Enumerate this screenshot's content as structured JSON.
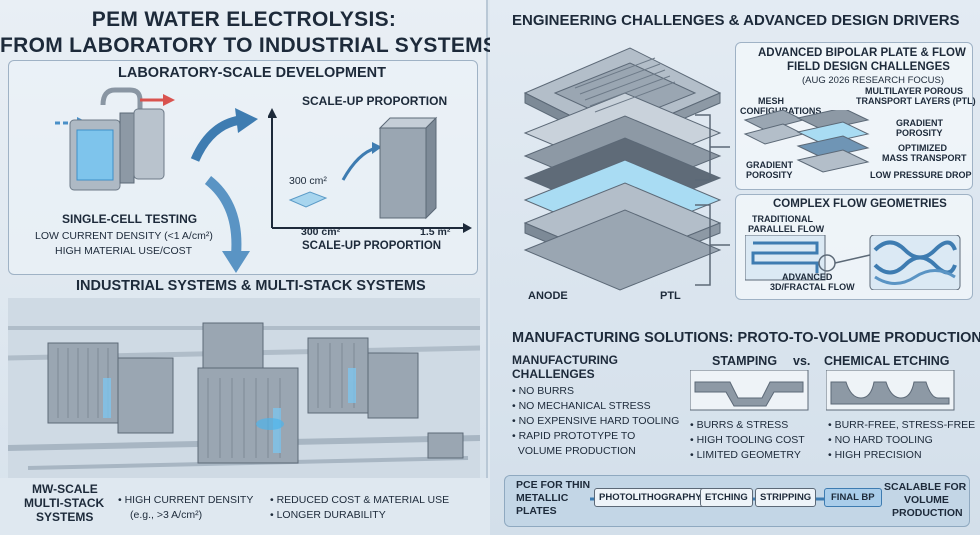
{
  "left": {
    "title_line1": "PEM WATER ELECTROLYSIS:",
    "title_line2": "FROM LABORATORY TO INDUSTRIAL SYSTEMS",
    "lab_title": "LABORATORY-SCALE DEVELOPMENT",
    "scale_up_top": "SCALE-UP PROPORTION",
    "area_small": "300 cm²",
    "axis_small": "300 cm²",
    "axis_large": "1.5 m²",
    "scale_up_bottom": "SCALE-UP PROPORTION",
    "single_cell": [
      "SINGLE-CELL TESTING",
      "LOW CURRENT DENSITY (<1 A/cm²)",
      "HIGH MATERIAL USE/COST"
    ],
    "industrial_title": "INDUSTRIAL SYSTEMS & MULTI-STACK SYSTEMS",
    "mw_label": [
      "MW-SCALE",
      "MULTI-STACK",
      "SYSTEMS"
    ],
    "bullets_a": [
      "• HIGH CURRENT DENSITY",
      "(e.g., >3 A/cm²)"
    ],
    "bullets_b": [
      "• REDUCED COST & MATERIAL USE",
      "• LONGER DURABILITY"
    ]
  },
  "right": {
    "title": "ENGINEERING CHALLENGES & ADVANCED DESIGN DRIVERS",
    "anode": "ANODE",
    "ptl": "PTL",
    "bp_title": [
      "ADVANCED BIPOLAR PLATE & FLOW",
      "FIELD DESIGN CHALLENGES",
      "(AUG 2026 RESEARCH FOCUS)"
    ],
    "mesh": [
      "MESH",
      "CONFIGURATIONS"
    ],
    "multilayer": [
      "MULTILAYER POROUS",
      "TRANSPORT LAYERS (PTL)"
    ],
    "gradient_right": [
      "GRADIENT",
      "POROSITY"
    ],
    "gradient_left": [
      "GRADIENT",
      "POROSITY"
    ],
    "optimized": [
      "OPTIMIZED",
      "MASS TRANSPORT"
    ],
    "low_pressure": "LOW PRESSURE DROP",
    "complex_title": "COMPLEX FLOW GEOMETRIES",
    "traditional": [
      "TRADITIONAL",
      "PARALLEL FLOW"
    ],
    "advanced": [
      "ADVANCED",
      "3D/FRACTAL FLOW"
    ],
    "mfg_title": "MANUFACTURING SOLUTIONS: PROTO-TO-VOLUME PRODUCTION",
    "mfg_challenges_title": [
      "MANUFACTURING",
      "CHALLENGES"
    ],
    "mfg_challenges": [
      "• NO BURRS",
      "• NO MECHANICAL STRESS",
      "• NO EXPENSIVE HARD TOOLING",
      "• RAPID PROTOTYPE TO",
      "  VOLUME PRODUCTION"
    ],
    "stamping": "STAMPING",
    "vs": "vs.",
    "etching": "CHEMICAL ETCHING",
    "stamping_list": [
      "• BURRS & STRESS",
      "• HIGH TOOLING COST",
      "• LIMITED GEOMETRY"
    ],
    "etching_list": [
      "• BURR-FREE, STRESS-FREE",
      "• NO HARD TOOLING",
      "• HIGH PRECISION"
    ],
    "pce": [
      "PCE FOR THIN",
      "METALLIC",
      "PLATES"
    ],
    "steps": [
      "PHOTOLITHOGRAPHY",
      "ETCHING",
      "STRIPPING",
      "FINAL BP"
    ],
    "scalable": [
      "SCALABLE FOR",
      "VOLUME",
      "PRODUCTION"
    ]
  }
}
